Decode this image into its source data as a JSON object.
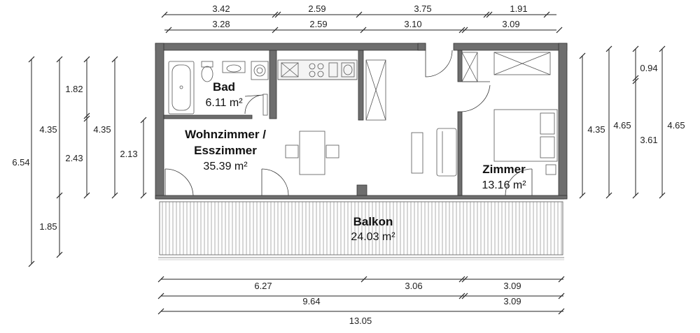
{
  "rooms": {
    "bad": {
      "name": "Bad",
      "area": "6.11 m²"
    },
    "wohn": {
      "name_line1": "Wohnzimmer /",
      "name_line2": "Esszimmer",
      "area": "35.39 m²"
    },
    "zimmer": {
      "name": "Zimmer",
      "area": "13.16 m²"
    },
    "balkon": {
      "name": "Balkon",
      "area": "24.03 m²"
    }
  },
  "dimensions": {
    "top_row1": [
      "3.42",
      "2.59",
      "3.75",
      "1.91"
    ],
    "top_row2": [
      "3.28",
      "2.59",
      "3.10",
      "3.09"
    ],
    "bottom_row1": [
      "6.27",
      "3.06",
      "3.09"
    ],
    "bottom_row2": [
      "9.64",
      "3.09"
    ],
    "bottom_row3": [
      "13.05"
    ],
    "left": {
      "total": "6.54",
      "upper": "4.35",
      "lower": "1.85",
      "bad_height": "1.82",
      "mid": "2.43",
      "room_height": "4.35",
      "door_height": "2.13"
    },
    "right": {
      "room": "4.35",
      "total_a": "4.65",
      "small": "0.94",
      "large": "3.61",
      "total_b": "4.65"
    }
  }
}
